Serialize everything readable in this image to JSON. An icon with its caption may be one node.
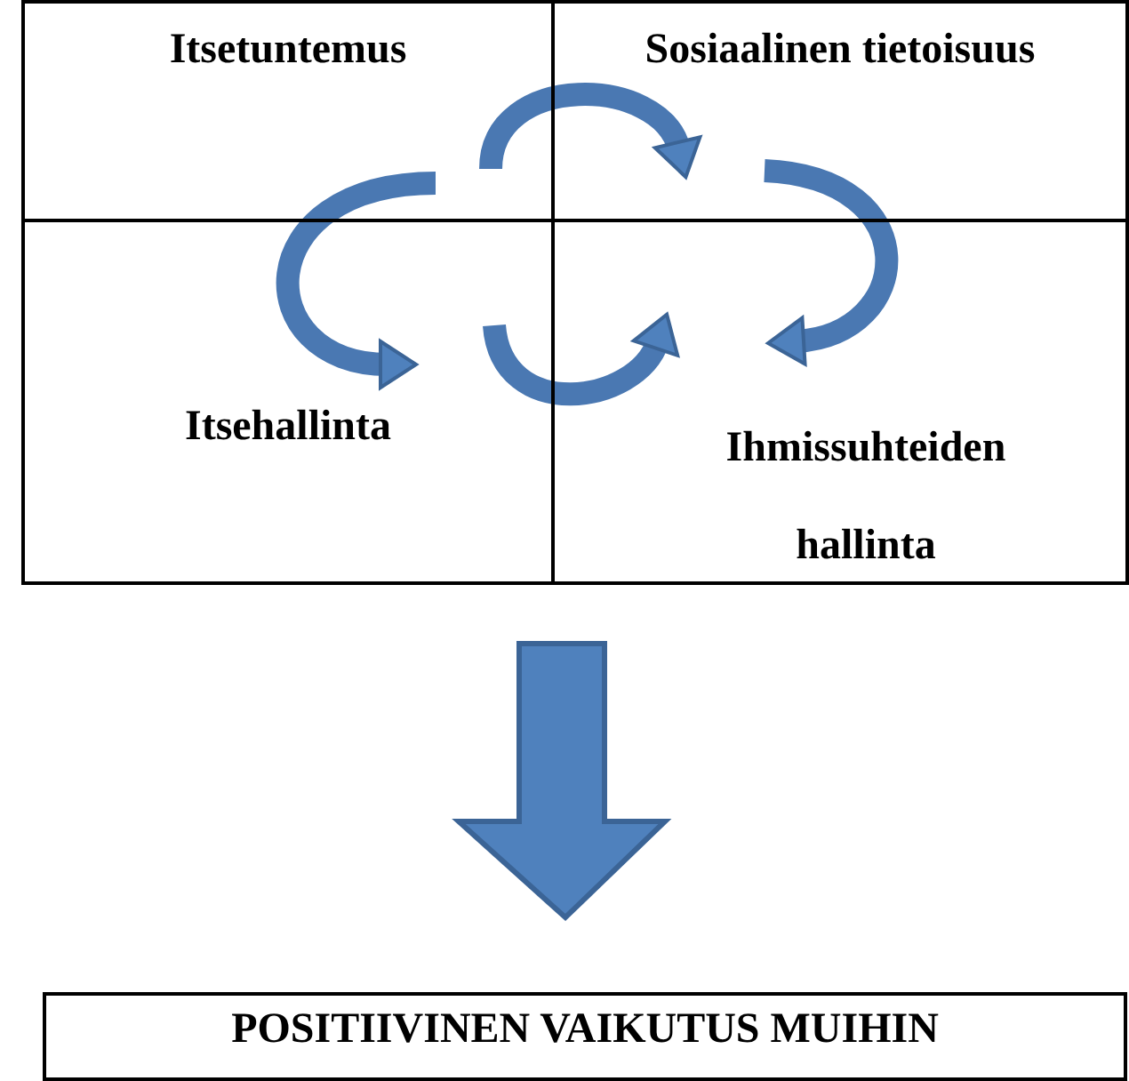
{
  "diagram": {
    "nodes": [
      {
        "text": [],
        "shape": "box"
      },
      {
        "text": [
          "Itsetuntemus"
        ],
        "in": 0
      },
      {
        "text": [
          "Sosiaalinen tietoisuus"
        ],
        "in": 0
      },
      {
        "text": [
          "Itsehallinta"
        ],
        "in": 0
      },
      {
        "text": [
          "Ihmissuhteiden hallinta"
        ],
        "in": 0
      },
      {
        "text": [
          "POSITIIVINEN VAIKUTUS MUIHIN"
        ]
      }
    ],
    "edges": [
      {
        "from": 1,
        "to": 2,
        "arrow": "to"
      },
      {
        "from": 1,
        "to": 3,
        "arrow": "to"
      },
      {
        "from": 2,
        "to": 4,
        "arrow": "to"
      },
      {
        "from": 3,
        "to": 4,
        "arrow": "to"
      },
      {
        "from": 0,
        "to": 5,
        "arrow": "to"
      }
    ]
  }
}
